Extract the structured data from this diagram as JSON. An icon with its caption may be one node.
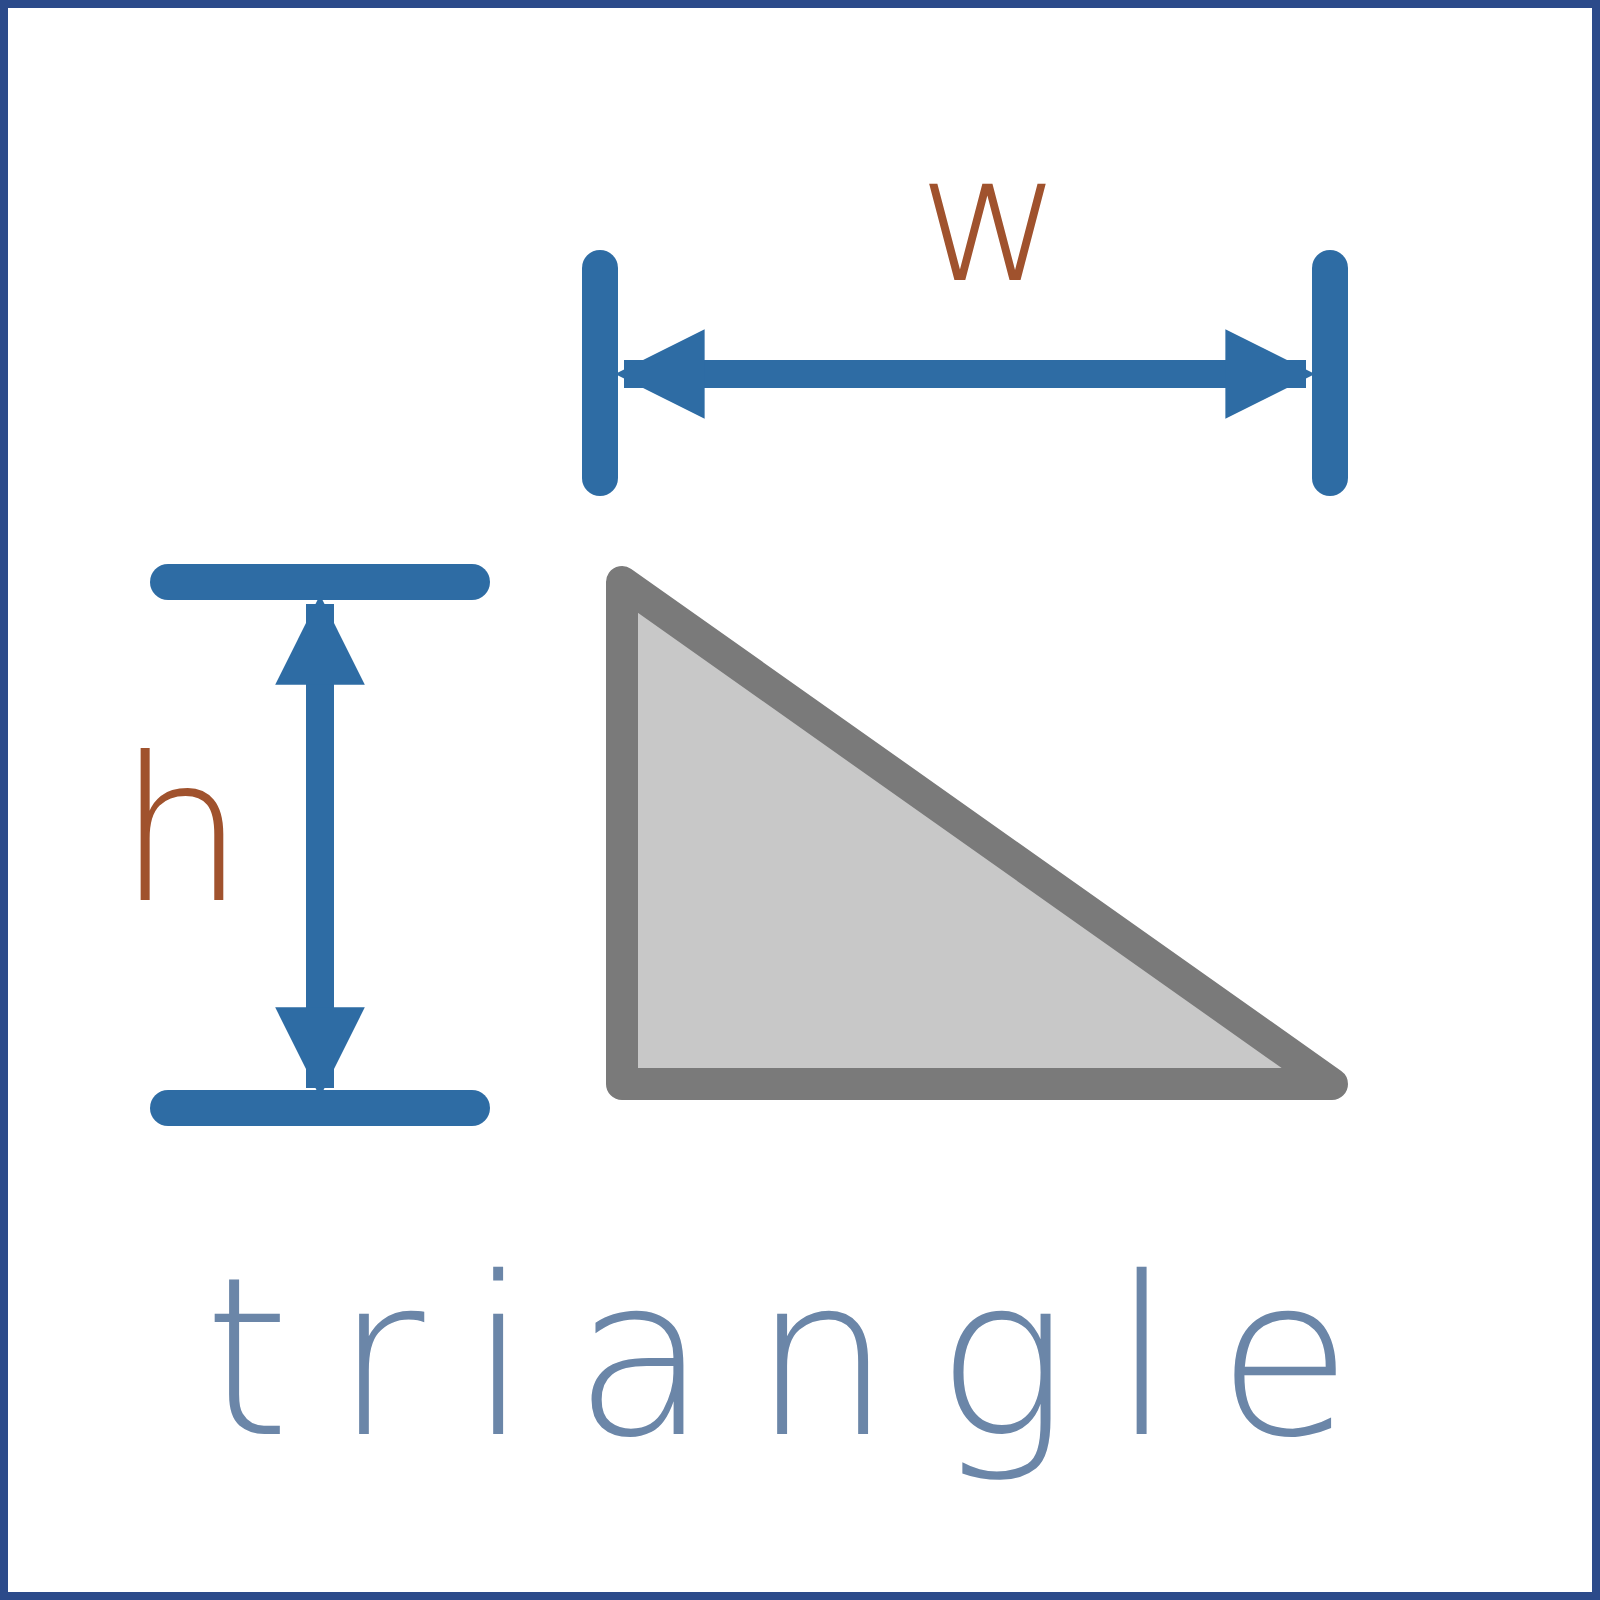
{
  "diagram": {
    "caption": "triangle",
    "nodes": [
      {
        "text": [],
        "shape": "triangle"
      }
    ],
    "labels": [
      "w",
      "h"
    ]
  }
}
